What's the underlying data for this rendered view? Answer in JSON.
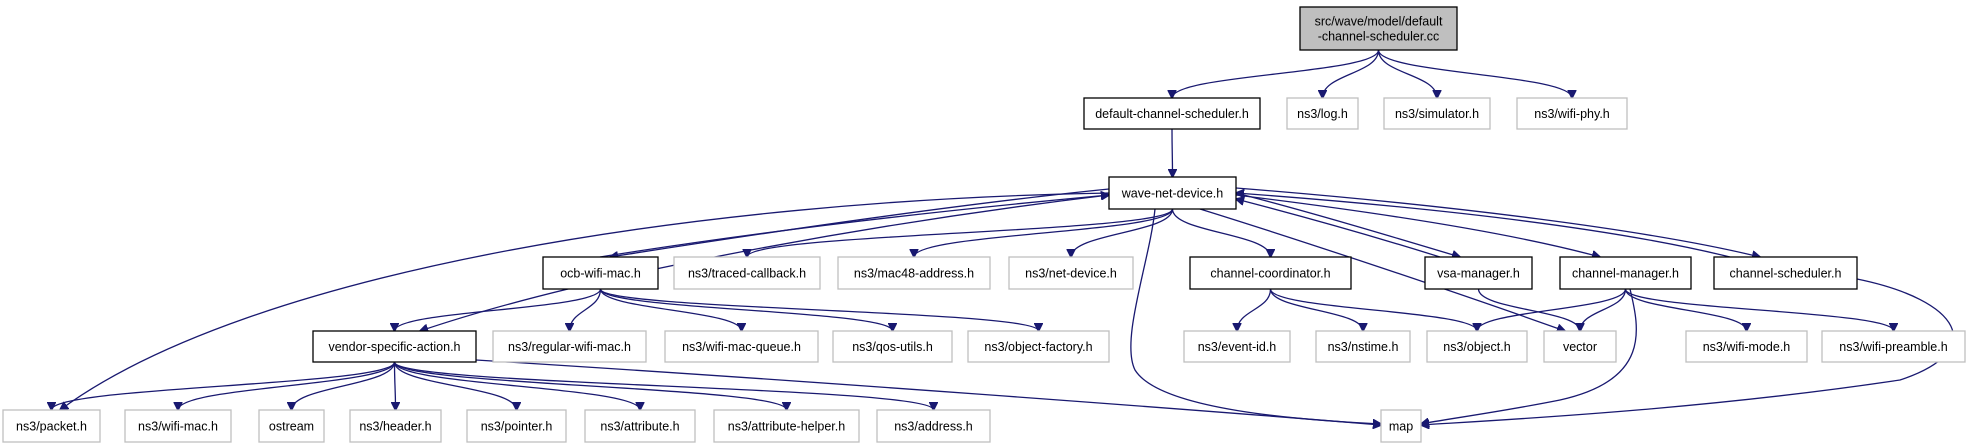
{
  "graph": {
    "nodes": [
      {
        "id": "main",
        "lines": [
          "src/wave/model/default",
          "-channel-scheduler.cc"
        ],
        "kind": "main"
      },
      {
        "id": "dcs_h",
        "lines": [
          "default-channel-scheduler.h"
        ],
        "kind": "local"
      },
      {
        "id": "log_h",
        "lines": [
          "ns3/log.h"
        ],
        "kind": "external"
      },
      {
        "id": "simulator_h",
        "lines": [
          "ns3/simulator.h"
        ],
        "kind": "external"
      },
      {
        "id": "wifi_phy_h",
        "lines": [
          "ns3/wifi-phy.h"
        ],
        "kind": "external"
      },
      {
        "id": "wave_net_device_h",
        "lines": [
          "wave-net-device.h"
        ],
        "kind": "local"
      },
      {
        "id": "ocb_wifi_mac_h",
        "lines": [
          "ocb-wifi-mac.h"
        ],
        "kind": "local"
      },
      {
        "id": "traced_callback_h",
        "lines": [
          "ns3/traced-callback.h"
        ],
        "kind": "external"
      },
      {
        "id": "mac48_address_h",
        "lines": [
          "ns3/mac48-address.h"
        ],
        "kind": "external"
      },
      {
        "id": "net_device_h",
        "lines": [
          "ns3/net-device.h"
        ],
        "kind": "external"
      },
      {
        "id": "channel_coordinator_h",
        "lines": [
          "channel-coordinator.h"
        ],
        "kind": "local"
      },
      {
        "id": "vsa_manager_h",
        "lines": [
          "vsa-manager.h"
        ],
        "kind": "local"
      },
      {
        "id": "channel_manager_h",
        "lines": [
          "channel-manager.h"
        ],
        "kind": "local"
      },
      {
        "id": "channel_scheduler_h",
        "lines": [
          "channel-scheduler.h"
        ],
        "kind": "local"
      },
      {
        "id": "vendor_specific_action_h",
        "lines": [
          "vendor-specific-action.h"
        ],
        "kind": "local"
      },
      {
        "id": "regular_wifi_mac_h",
        "lines": [
          "ns3/regular-wifi-mac.h"
        ],
        "kind": "external"
      },
      {
        "id": "wifi_mac_queue_h",
        "lines": [
          "ns3/wifi-mac-queue.h"
        ],
        "kind": "external"
      },
      {
        "id": "qos_utils_h",
        "lines": [
          "ns3/qos-utils.h"
        ],
        "kind": "external"
      },
      {
        "id": "object_factory_h",
        "lines": [
          "ns3/object-factory.h"
        ],
        "kind": "external"
      },
      {
        "id": "event_id_h",
        "lines": [
          "ns3/event-id.h"
        ],
        "kind": "external"
      },
      {
        "id": "nstime_h",
        "lines": [
          "ns3/nstime.h"
        ],
        "kind": "external"
      },
      {
        "id": "object_h",
        "lines": [
          "ns3/object.h"
        ],
        "kind": "external"
      },
      {
        "id": "vector",
        "lines": [
          "vector"
        ],
        "kind": "external"
      },
      {
        "id": "wifi_mode_h",
        "lines": [
          "ns3/wifi-mode.h"
        ],
        "kind": "external"
      },
      {
        "id": "wifi_preamble_h",
        "lines": [
          "ns3/wifi-preamble.h"
        ],
        "kind": "external"
      },
      {
        "id": "packet_h",
        "lines": [
          "ns3/packet.h"
        ],
        "kind": "external"
      },
      {
        "id": "wifi_mac_h",
        "lines": [
          "ns3/wifi-mac.h"
        ],
        "kind": "external"
      },
      {
        "id": "ostream",
        "lines": [
          "ostream"
        ],
        "kind": "external"
      },
      {
        "id": "header_h",
        "lines": [
          "ns3/header.h"
        ],
        "kind": "external"
      },
      {
        "id": "pointer_h",
        "lines": [
          "ns3/pointer.h"
        ],
        "kind": "external"
      },
      {
        "id": "attribute_h",
        "lines": [
          "ns3/attribute.h"
        ],
        "kind": "external"
      },
      {
        "id": "attribute_helper_h",
        "lines": [
          "ns3/attribute-helper.h"
        ],
        "kind": "external"
      },
      {
        "id": "address_h",
        "lines": [
          "ns3/address.h"
        ],
        "kind": "external"
      },
      {
        "id": "map",
        "lines": [
          "map"
        ],
        "kind": "external"
      }
    ],
    "edges": [
      [
        "main",
        "dcs_h"
      ],
      [
        "main",
        "log_h"
      ],
      [
        "main",
        "simulator_h"
      ],
      [
        "main",
        "wifi_phy_h"
      ],
      [
        "dcs_h",
        "wave_net_device_h"
      ],
      [
        "wave_net_device_h",
        "packet_h"
      ],
      [
        "wave_net_device_h",
        "ocb_wifi_mac_h"
      ],
      [
        "wave_net_device_h",
        "vendor_specific_action_h"
      ],
      [
        "wave_net_device_h",
        "traced_callback_h"
      ],
      [
        "wave_net_device_h",
        "mac48_address_h"
      ],
      [
        "wave_net_device_h",
        "net_device_h"
      ],
      [
        "wave_net_device_h",
        "map"
      ],
      [
        "wave_net_device_h",
        "vector"
      ],
      [
        "wave_net_device_h",
        "channel_coordinator_h"
      ],
      [
        "wave_net_device_h",
        "vsa_manager_h"
      ],
      [
        "wave_net_device_h",
        "channel_manager_h"
      ],
      [
        "wave_net_device_h",
        "channel_scheduler_h"
      ],
      [
        "ocb_wifi_mac_h",
        "wave_net_device_h"
      ],
      [
        "vsa_manager_h",
        "wave_net_device_h"
      ],
      [
        "channel_scheduler_h",
        "wave_net_device_h"
      ],
      [
        "ocb_wifi_mac_h",
        "vendor_specific_action_h"
      ],
      [
        "ocb_wifi_mac_h",
        "regular_wifi_mac_h"
      ],
      [
        "ocb_wifi_mac_h",
        "wifi_mac_queue_h"
      ],
      [
        "ocb_wifi_mac_h",
        "qos_utils_h"
      ],
      [
        "ocb_wifi_mac_h",
        "object_factory_h"
      ],
      [
        "vendor_specific_action_h",
        "packet_h"
      ],
      [
        "vendor_specific_action_h",
        "wifi_mac_h"
      ],
      [
        "vendor_specific_action_h",
        "ostream"
      ],
      [
        "vendor_specific_action_h",
        "header_h"
      ],
      [
        "vendor_specific_action_h",
        "pointer_h"
      ],
      [
        "vendor_specific_action_h",
        "attribute_h"
      ],
      [
        "vendor_specific_action_h",
        "attribute_helper_h"
      ],
      [
        "vendor_specific_action_h",
        "address_h"
      ],
      [
        "vendor_specific_action_h",
        "map"
      ],
      [
        "channel_coordinator_h",
        "event_id_h"
      ],
      [
        "channel_coordinator_h",
        "nstime_h"
      ],
      [
        "channel_coordinator_h",
        "object_h"
      ],
      [
        "vsa_manager_h",
        "vector"
      ],
      [
        "channel_manager_h",
        "object_h"
      ],
      [
        "channel_manager_h",
        "vector"
      ],
      [
        "channel_manager_h",
        "map"
      ],
      [
        "channel_manager_h",
        "wifi_mode_h"
      ],
      [
        "channel_manager_h",
        "wifi_preamble_h"
      ],
      [
        "channel_scheduler_h",
        "map"
      ]
    ]
  }
}
